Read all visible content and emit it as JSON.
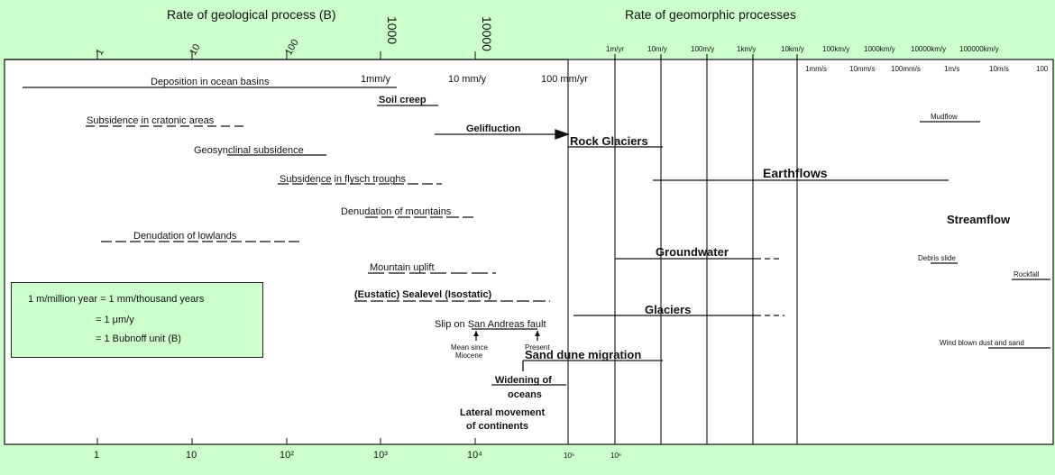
{
  "titles": {
    "left": "Rate of geological process (B)",
    "right": "Rate of geomorphic processes"
  },
  "top_ticks_left": [
    "1",
    "10",
    "100",
    "1000",
    "10000"
  ],
  "top_ticks_right_upper": [
    "1m/yr",
    "10m/y",
    "100m/y",
    "1km/y",
    "10km/y",
    "100km/y",
    "1000km/y",
    "10000km/y",
    "100000km/y"
  ],
  "top_ticks_right_lower": [
    "1mm/s",
    "10mm/s",
    "100mm/s",
    "1m/s",
    "10m/s",
    "100"
  ],
  "bottom_ticks": [
    "1",
    "10",
    "10²",
    "10³",
    "10⁴",
    "10⁵",
    "10⁶"
  ],
  "rate_marks": [
    "1mm/y",
    "10 mm/y",
    "100 mm/yr"
  ],
  "processes": {
    "deposition": "Deposition in ocean basins",
    "soil_creep": "Soil creep",
    "subsidence_cratonic": "Subsidence in cratonic areas",
    "gelifluction": "Gelifluction",
    "rock_glaciers": "Rock Glaciers",
    "mudflow": "Mudflow",
    "geosynclinal": "Geosynclinal subsidence",
    "earthflows": "Earthflows",
    "flysch": "Subsidence in flysch troughs",
    "denudation_mountains": "Denudation of mountains",
    "streamflow": "Streamflow",
    "denudation_lowlands": "Denudation of lowlands",
    "groundwater": "Groundwater",
    "debris_slide": "Debris slide",
    "mountain_uplift": "Mountain uplift",
    "rockfall": "Rockfall",
    "sealevel": "(Eustatic) Sealevel (Isostatic)",
    "glaciers": "Glaciers",
    "san_andreas": "Slip on San Andreas fault",
    "mean_since_1": "Mean since",
    "mean_since_2": "Miocene",
    "present": "Present",
    "wind_dust": "Wind blown dust and sand",
    "sand_dune": "Sand dune migration",
    "widening_1": "Widening of",
    "widening_2": "oceans",
    "lateral_1": "Lateral movement",
    "lateral_2": "of continents"
  },
  "legend": {
    "line1": "1 m/million year = 1 mm/thousand years",
    "line2": "= 1 μm/y",
    "line3": "= 1 Bubnoff unit (B)"
  }
}
